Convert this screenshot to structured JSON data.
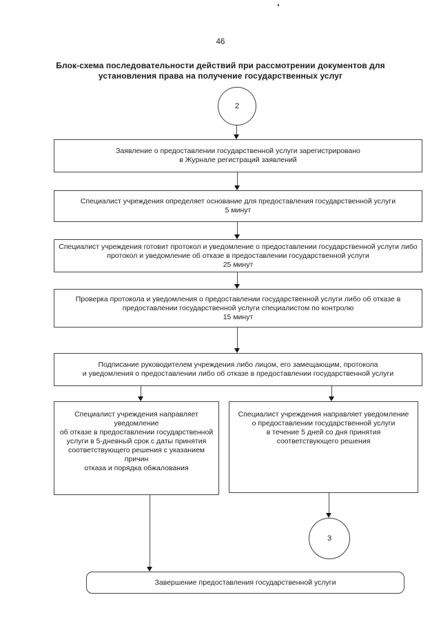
{
  "page": {
    "number": "46",
    "title": "Блок-схема последовательности действий при рассмотрении документов для\nустановления права на получение государственных услуг"
  },
  "flowchart": {
    "start_connector": {
      "label": "2"
    },
    "end_connector": {
      "label": "3"
    },
    "steps": {
      "registered": {
        "text": "Заявление о предоставлении государственной услуги зарегистрировано\nв Журнале регистраций заявлений"
      },
      "determine_basis": {
        "text": "Специалист учреждения определяет основание для предоставления государственной услуги\n5 минут"
      },
      "prepare_protocol": {
        "text": "Специалист учреждения готовит протокол и уведомление о предоставлении государственной услуги либо\nпротокол и уведомление об отказе в предоставлении государственной услуги\n25 минут"
      },
      "control_check": {
        "text": "Проверка протокола и уведомления о предоставлении государственной услуги либо об отказе в\nпредоставлении государственной услуги специалистом по контролю\n15 минут"
      },
      "signing": {
        "text": "Подписание руководителем учреждения либо лицом, его замещающим, протокола\nи уведомления о предоставлении либо об отказе в предоставлении государственной услуги"
      },
      "notify_refusal": {
        "text": "Специалист учреждения направляет уведомление\nоб отказе в предоставлении государственной\nуслуги в 5-дневный срок с даты принятия\nсоответствующего решения с указанием причин\nотказа и порядка обжалования"
      },
      "notify_grant": {
        "text": "Специалист учреждения направляет уведомление\nо предоставлении государственной услуги\nв течение 5 дней со дня принятия\nсоответствующего решения"
      }
    },
    "terminator": {
      "text": "Завершение предоставления государственной услуги"
    }
  },
  "colors": {
    "ink": "#1c1c1c",
    "border": "#424242",
    "background": "#ffffff"
  }
}
